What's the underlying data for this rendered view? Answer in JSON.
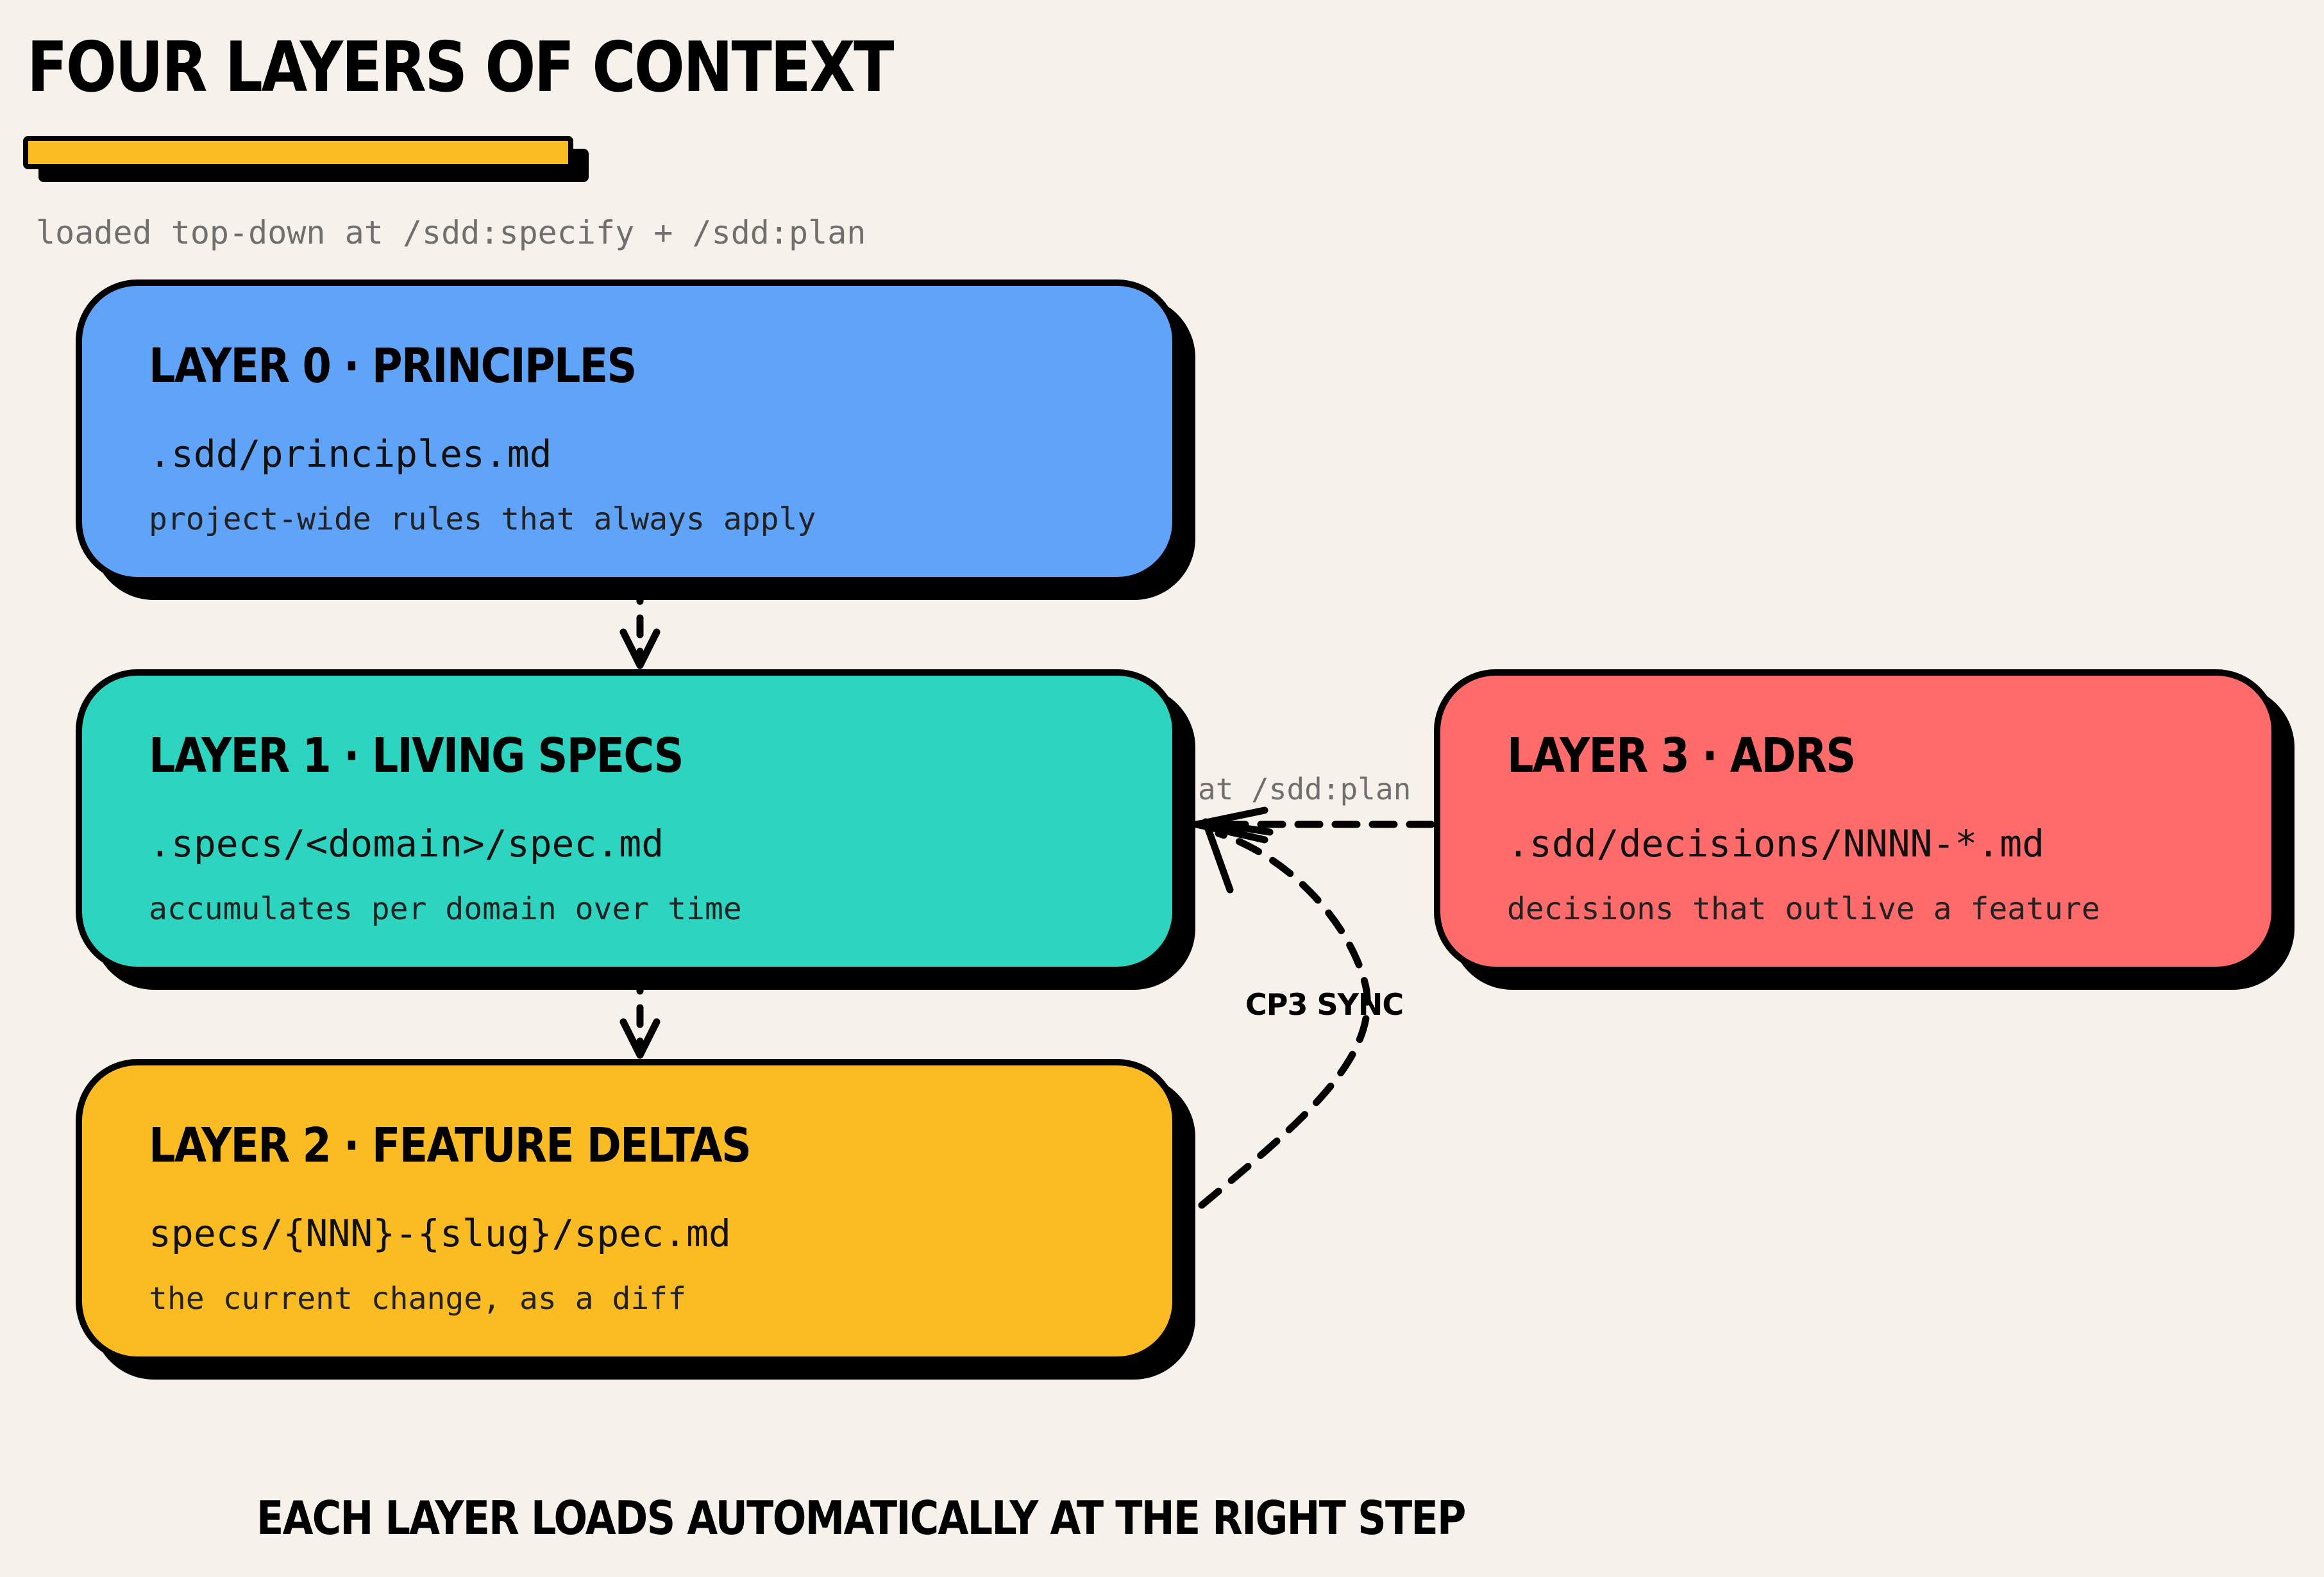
{
  "title": "FOUR LAYERS OF CONTEXT",
  "subtitle": "loaded top-down at /sdd:specify + /sdd:plan",
  "layers": [
    {
      "name": "LAYER 0 · PRINCIPLES",
      "path": ".sdd/principles.md",
      "description": "project-wide rules that always apply",
      "color": "#60a4fa"
    },
    {
      "name": "LAYER 1 · LIVING SPECS",
      "path": ".specs/<domain>/spec.md",
      "description": "accumulates per domain over time",
      "color": "#2dd4bf"
    },
    {
      "name": "LAYER 2 · FEATURE DELTAS",
      "path": "specs/{NNN}-{slug}/spec.md",
      "description": "the current change, as a diff",
      "color": "#fbbc23"
    },
    {
      "name": "LAYER 3 · ADRS",
      "path": ".sdd/decisions/NNNN-*.md",
      "description": "decisions that outlive a feature",
      "color": "#ff6b6b"
    }
  ],
  "edges": {
    "sync_label": "CP3 SYNC",
    "plan_label": "at /sdd:plan"
  },
  "footer": "EACH LAYER LOADS AUTOMATICALLY AT THE RIGHT STEP",
  "colors": {
    "background": "#f6f1ea",
    "accent": "#fbbc23",
    "stroke": "#000000",
    "muted_text": "#6f6f6f"
  }
}
